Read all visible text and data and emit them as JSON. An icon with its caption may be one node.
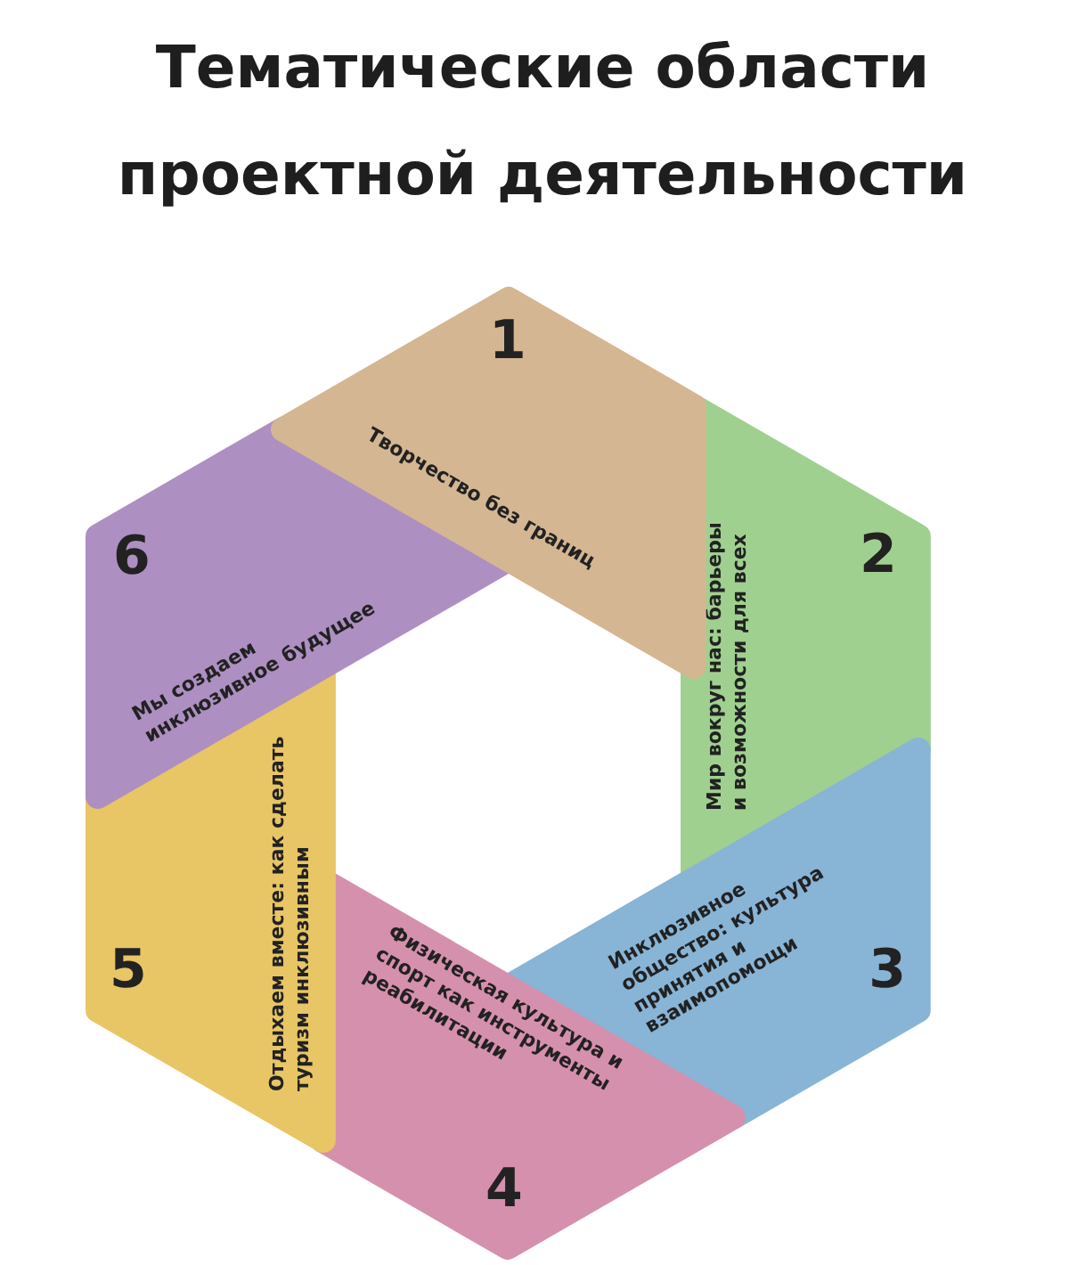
{
  "diagram": {
    "title": "Тематические области проектной деятельности",
    "nodes": [
      {
        "text": [
          "1",
          "Творчество без границ"
        ]
      },
      {
        "text": [
          "2",
          "Мир вокруг нас: барьеры и возможности для всех"
        ]
      },
      {
        "text": [
          "3",
          "Инклюзивное общество: культура принятия и взаимопомощи"
        ]
      },
      {
        "text": [
          "4",
          "Физическая культура и спорт как инструменты реабилитации"
        ]
      },
      {
        "text": [
          "5",
          "Отдыхаем вместе: как сделать туризм инклюзивным"
        ]
      },
      {
        "text": [
          "6",
          "Мы создаем инклюзивное будущее"
        ]
      }
    ]
  }
}
